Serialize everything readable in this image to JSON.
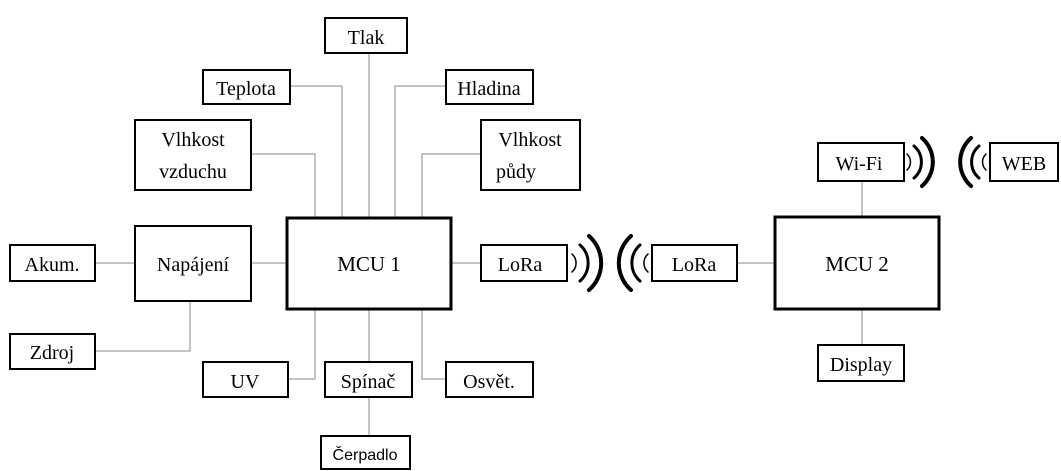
{
  "blocks": {
    "tlak": "Tlak",
    "teplota": "Teplota",
    "hladina": "Hladina",
    "vlhkost_vzduchu_1": "Vlhkost",
    "vlhkost_vzduchu_2": "vzduchu",
    "vlhkost_pudy_1": "Vlhkost",
    "vlhkost_pudy_2": "půdy",
    "akum": "Akum.",
    "napajeni": "Napájení",
    "zdroj": "Zdroj",
    "mcu1": "MCU 1",
    "lora1": "LoRa",
    "uv": "UV",
    "spinac": "Spínač",
    "osvet": "Osvět.",
    "cerpadlo": "Čerpadlo",
    "lora2": "LoRa",
    "mcu2": "MCU 2",
    "wifi": "Wi-Fi",
    "web": "WEB",
    "display": "Display"
  }
}
